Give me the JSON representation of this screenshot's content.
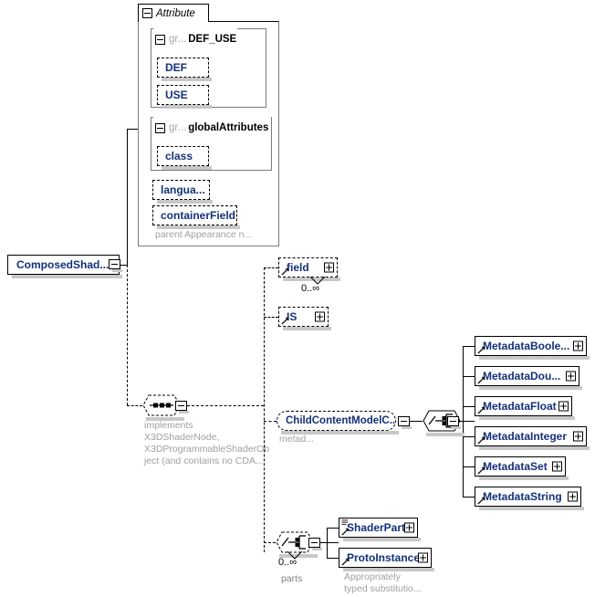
{
  "diagram": {
    "title": "ComposedShader XML schema element diagram",
    "root": {
      "name": "ComposedShad...",
      "toggle": "minus"
    },
    "attribute_group": {
      "tab_label": "Attribute",
      "tab_toggle": "minus",
      "groups": [
        {
          "prefix": "gr...",
          "name": "DEF_USE",
          "toggle": "minus",
          "attributes": [
            "DEF",
            "USE"
          ]
        },
        {
          "prefix": "gr...",
          "name": "globalAttributes",
          "toggle": "minus",
          "attributes": [
            "class"
          ]
        }
      ],
      "loose_attributes": [
        "langua...",
        "containerField"
      ],
      "annotation": "parent Appearance n..."
    },
    "children": [
      {
        "name": "field",
        "style": "dashed",
        "expander": "plus",
        "occurrence": "0..∞",
        "repeats": true
      },
      {
        "name": "IS",
        "style": "dashed",
        "expander": "plus",
        "occurrence": "",
        "repeats": false
      }
    ],
    "implements_node": {
      "compositor": "sequence",
      "toggle": "minus",
      "annotation": "implements\nX3DShaderNode,\nX3DProgrammableShaderOb\nject (and contains no CDA..."
    },
    "child_content_model": {
      "name": "ChildContentModelC...",
      "annotation": "metad...",
      "toggle": "minus",
      "compositor": "choice",
      "compositor_toggle": "minus",
      "items": [
        {
          "name": "MetadataBoole...",
          "expander": "plus"
        },
        {
          "name": "MetadataDou...",
          "expander": "plus"
        },
        {
          "name": "MetadataFloat",
          "expander": "plus"
        },
        {
          "name": "MetadataInteger",
          "expander": "plus"
        },
        {
          "name": "MetadataSet",
          "expander": "plus"
        },
        {
          "name": "MetadataString",
          "expander": "plus"
        }
      ]
    },
    "parts_node": {
      "compositor": "choice",
      "toggle": "minus",
      "occurrence": "0..∞",
      "occurrence_label": "parts",
      "items": [
        {
          "name": "ShaderPart",
          "expander": "plus",
          "glyph": "lines"
        },
        {
          "name": "ProtoInstance",
          "expander": "plus",
          "glyph": ""
        }
      ],
      "annotation": "Appropriately\ntyped substitutio..."
    },
    "colors": {
      "element_text": "#13307a",
      "annotation_text": "#a0a0a0",
      "container_border": "#7a7a7a",
      "shadow": "#c8c8c8",
      "line": "#000000"
    }
  }
}
